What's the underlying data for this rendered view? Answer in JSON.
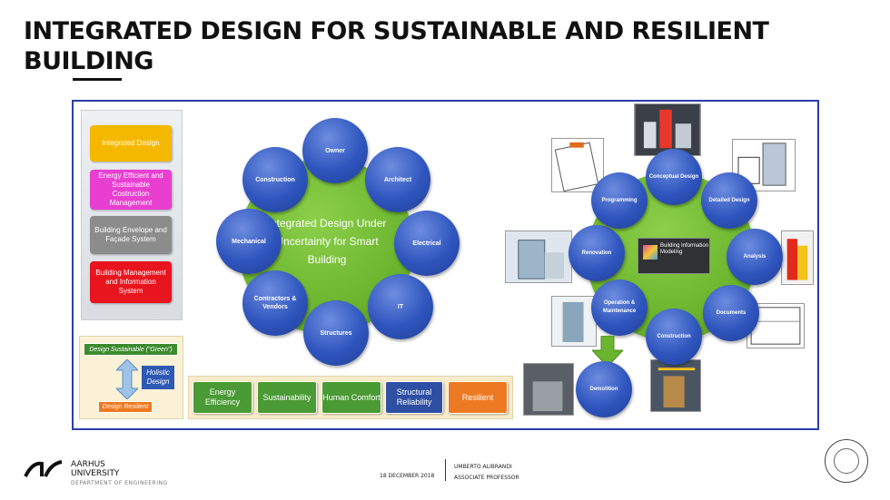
{
  "slide": {
    "title": "INTEGRATED DESIGN FOR SUSTAINABLE AND RESILIENT BUILDING"
  },
  "categories": [
    {
      "label": "Integrated Design",
      "color": "#f5b800"
    },
    {
      "label": "Energy Efficient and Sustainable Costruction Management",
      "color": "#e83fd1"
    },
    {
      "label": "Building Envelope and Façade System",
      "color": "#8c8c8c"
    },
    {
      "label": "Building Management and Information System",
      "color": "#e8141e"
    }
  ],
  "holistic_panel": {
    "green_label": "Design Sustainable (\"Green\")",
    "holistic_label": "Holistic Design",
    "resilient_label": "Design Resilient"
  },
  "value_boxes": [
    {
      "label": "Energy Efficiency",
      "color": "#4a9a35"
    },
    {
      "label": "Sustainability",
      "color": "#4a9a35"
    },
    {
      "label": "Human Comfort",
      "color": "#4a9a35"
    },
    {
      "label": "Structural Reliability",
      "color": "#2e4fa3"
    },
    {
      "label": "Resilient",
      "color": "#ec7a22"
    }
  ],
  "cycle1": {
    "hub_text": "Integrated Design Under Uncertainty for Smart Building",
    "nodes": [
      "Owner",
      "Architect",
      "Electrical",
      "IT",
      "Structures",
      "Contractors & Vendors",
      "Mechanical",
      "Construction"
    ]
  },
  "cycle2": {
    "hub_text": "Building Information Modeling",
    "nodes": [
      "Conceptual Design",
      "Detailed Design",
      "Analysis",
      "Documents",
      "Construction",
      "Operation & Maintenance",
      "Renovation",
      "Programming"
    ],
    "outer_node": "Demolition"
  },
  "footer": {
    "university_line1": "AARHUS",
    "university_line2": "UNIVERSITY",
    "department": "DEPARTMENT OF ENGINEERING",
    "date": "18 DECEMBER 2018",
    "author_name": "UMBERTO ALIBRANDI",
    "author_title": "ASSOCIATE PROFESSOR"
  }
}
